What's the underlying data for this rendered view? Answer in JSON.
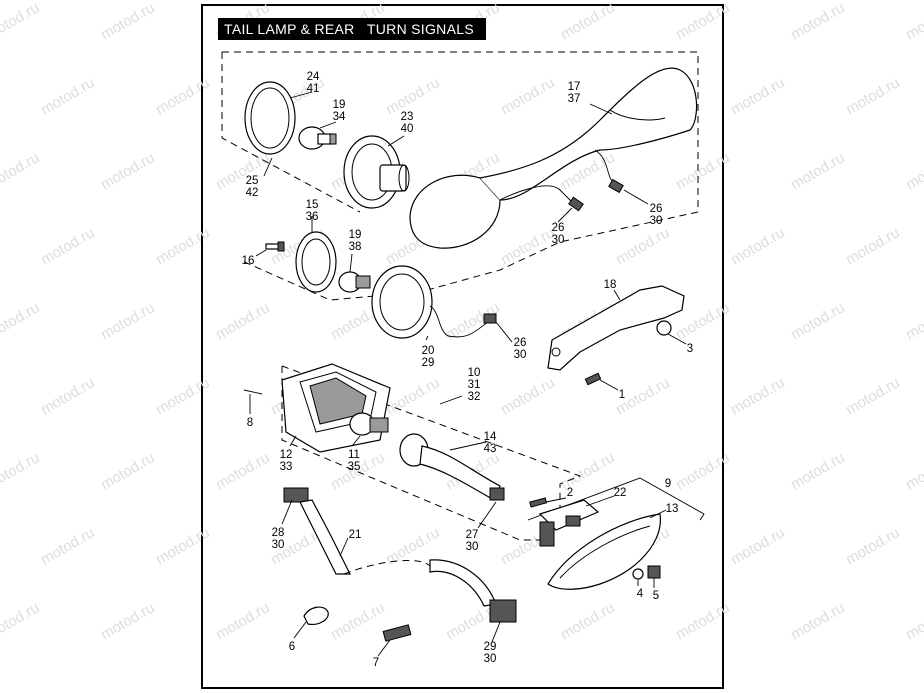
{
  "title": "TAIL LAMP & REAR   TURN SIGNALS",
  "watermark": "motod.ru",
  "colors": {
    "ink": "#000000",
    "background": "#ffffff",
    "watermark": "#dddddd"
  },
  "callouts": [
    {
      "id": "c24",
      "lines": [
        "24",
        "41"
      ]
    },
    {
      "id": "c19a",
      "lines": [
        "19",
        "34"
      ]
    },
    {
      "id": "c23",
      "lines": [
        "23",
        "40"
      ]
    },
    {
      "id": "c17",
      "lines": [
        "17",
        "37"
      ]
    },
    {
      "id": "c25",
      "lines": [
        "25",
        "42"
      ]
    },
    {
      "id": "c26a",
      "lines": [
        "26",
        "30"
      ]
    },
    {
      "id": "c26b",
      "lines": [
        "26",
        "30"
      ]
    },
    {
      "id": "c15",
      "lines": [
        "15",
        "36"
      ]
    },
    {
      "id": "c16",
      "lines": [
        "16"
      ]
    },
    {
      "id": "c19b",
      "lines": [
        "19",
        "38"
      ]
    },
    {
      "id": "c18",
      "lines": [
        "18"
      ]
    },
    {
      "id": "c3",
      "lines": [
        "3"
      ]
    },
    {
      "id": "c26c",
      "lines": [
        "26",
        "30"
      ]
    },
    {
      "id": "c20",
      "lines": [
        "20",
        "29"
      ]
    },
    {
      "id": "c1",
      "lines": [
        "1"
      ]
    },
    {
      "id": "c10",
      "lines": [
        "10",
        "31",
        "32"
      ]
    },
    {
      "id": "c8",
      "lines": [
        "8"
      ]
    },
    {
      "id": "c14",
      "lines": [
        "14",
        "43"
      ]
    },
    {
      "id": "c12",
      "lines": [
        "12",
        "33"
      ]
    },
    {
      "id": "c11",
      "lines": [
        "11",
        "35"
      ]
    },
    {
      "id": "c9",
      "lines": [
        "9"
      ]
    },
    {
      "id": "c2",
      "lines": [
        "2"
      ]
    },
    {
      "id": "c22",
      "lines": [
        "22"
      ]
    },
    {
      "id": "c13",
      "lines": [
        "13"
      ]
    },
    {
      "id": "c28",
      "lines": [
        "28",
        "30"
      ]
    },
    {
      "id": "c27",
      "lines": [
        "27",
        "30"
      ]
    },
    {
      "id": "c21",
      "lines": [
        "21"
      ]
    },
    {
      "id": "c4",
      "lines": [
        "4"
      ]
    },
    {
      "id": "c5",
      "lines": [
        "5"
      ]
    },
    {
      "id": "c6",
      "lines": [
        "6"
      ]
    },
    {
      "id": "c7",
      "lines": [
        "7"
      ]
    },
    {
      "id": "c29",
      "lines": [
        "29",
        "30"
      ]
    }
  ]
}
